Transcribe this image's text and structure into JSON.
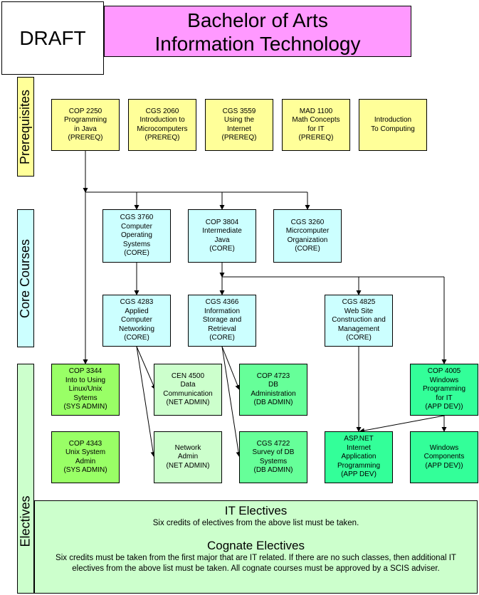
{
  "draft_label": "DRAFT",
  "title": {
    "line1": "Bachelor of Arts",
    "line2": "Information Technology"
  },
  "sections": {
    "prerequisites": "Prerequisites",
    "core": "Core Courses",
    "electives": "Electives"
  },
  "prereqs": [
    {
      "code": "COP 2250",
      "name1": "Programming",
      "name2": "in Java",
      "tag": "(PREREQ)"
    },
    {
      "code": "CGS 2060",
      "name1": "Introduction to",
      "name2": "Microcomputers",
      "tag": "(PREREQ)"
    },
    {
      "code": "CGS 3559",
      "name1": "Using the",
      "name2": "Internet",
      "tag": "(PREREQ)"
    },
    {
      "code": "MAD 1100",
      "name1": "Math Concepts",
      "name2": "for IT",
      "tag": "(PREREQ)"
    },
    {
      "line1": "Introduction",
      "line2": "To Computing"
    }
  ],
  "core_row1": [
    {
      "l1": "CGS 3760",
      "l2": "Computer",
      "l3": "Operating",
      "l4": "Systems",
      "l5": "(CORE)"
    },
    {
      "l1": "COP 3804",
      "l2": "Intermediate",
      "l3": "Java",
      "l4": "(CORE)"
    },
    {
      "l1": "CGS 3260",
      "l2": "Micrcomputer",
      "l3": "Organization",
      "l4": "(CORE)"
    }
  ],
  "core_row2": [
    {
      "l1": "CGS 4283",
      "l2": "Applied",
      "l3": "Computer",
      "l4": "Networking",
      "l5": "(CORE)"
    },
    {
      "l1": "CGS 4366",
      "l2": "Information",
      "l3": "Storage and",
      "l4": "Retrieval",
      "l5": "(CORE)"
    },
    {
      "l1": "CGS 4825",
      "l2": "Web Site",
      "l3": "Construction and",
      "l4": "Management",
      "l5": "(CORE)"
    }
  ],
  "electives": {
    "cop3344": {
      "l1": "COP 3344",
      "l2": "Into to Using",
      "l3": "Linux/Unix",
      "l4": "Sytems",
      "l5": "(SYS ADMIN)"
    },
    "cop4343": {
      "l1": "COP 4343",
      "l2": "Unix System",
      "l3": "Admin",
      "l4": "(SYS ADMIN)"
    },
    "cen4500": {
      "l1": "CEN 4500",
      "l2": "Data",
      "l3": "Communication",
      "l4": "(NET ADMIN)"
    },
    "netadmin": {
      "l1": "Network",
      "l2": "Admin",
      "l3": "(NET ADMIN)"
    },
    "cop4723": {
      "l1": "COP 4723",
      "l2": "DB",
      "l3": "Administration",
      "l4": "(DB ADMIN)"
    },
    "cgs4722": {
      "l1": "CGS 4722",
      "l2": "Survey of DB",
      "l3": "Systems",
      "l4": "(DB ADMIN)"
    },
    "aspnet": {
      "l1": "ASP.NET",
      "l2": "Internet",
      "l3": "Application",
      "l4": "Programming",
      "l5": "(APP DEV)"
    },
    "cop4005": {
      "l1": "COP 4005",
      "l2": "Windows",
      "l3": "Programming",
      "l4": "for IT",
      "l5": "(APP DEV))"
    },
    "wincomp": {
      "l1": "Windows",
      "l2": "Components",
      "l3": "(APP DEV))"
    }
  },
  "notes": {
    "it_heading": "IT Electives",
    "it_text": "Six credits of electives from the above list must be taken.",
    "cognate_heading": "Cognate Electives",
    "cognate_text": "Six credits must be taken from the first major that are IT related. If there are no such classes, then additional IT electives from the above list must be taken. All cognate courses must be approved by a SCIS adviser."
  },
  "colors": {
    "title": "#ff99ff",
    "prereq": "#ffff99",
    "core": "#ccffff",
    "sys_admin": "#99ff66",
    "net_db_admin": "#ccffcc",
    "app_dev": "#66ff99",
    "notes": "#ccffcc"
  }
}
